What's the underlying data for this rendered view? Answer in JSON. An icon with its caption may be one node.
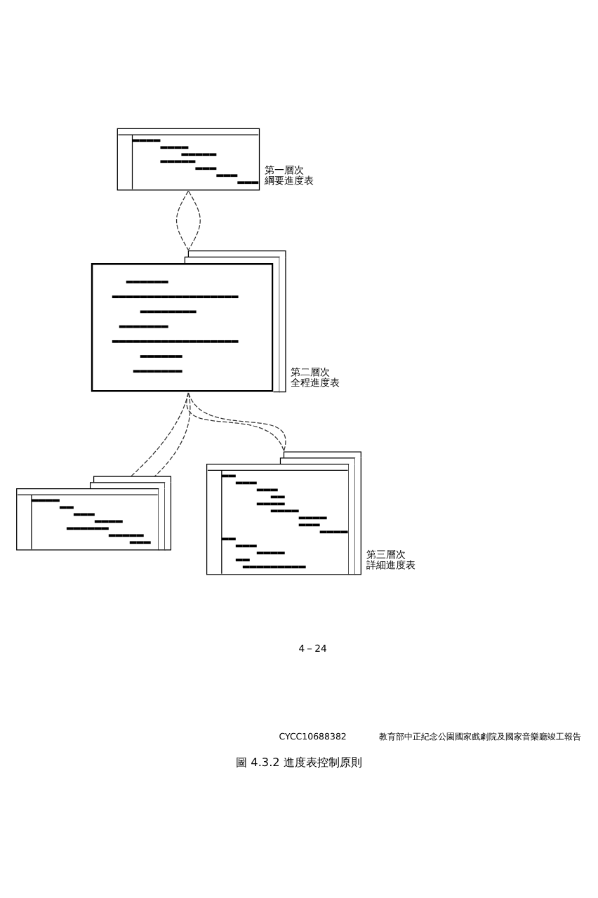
{
  "diagram": {
    "caption": "圖 4.3.2 進度表控制原則",
    "nodes": [
      {
        "text": [],
        "shape": "picture",
        "beside": [
          "第一層次",
          "綱要進度表"
        ]
      },
      {
        "text": [],
        "shape": "picture",
        "beside": [
          "第二層次",
          "全程進度表"
        ]
      },
      {
        "text": [],
        "shape": "picture"
      },
      {
        "text": [],
        "shape": "picture",
        "beside": [
          "第三層次",
          "詳細進度表"
        ]
      }
    ],
    "edges": [
      {
        "from": 0,
        "to": 1,
        "arrow": "none",
        "style": "dashed"
      },
      {
        "from": 0,
        "to": 1,
        "arrow": "none",
        "style": "dashed"
      },
      {
        "from": 1,
        "to": 2,
        "arrow": "none",
        "style": "dashed"
      },
      {
        "from": 1,
        "to": 2,
        "arrow": "none",
        "style": "dashed"
      },
      {
        "from": 1,
        "to": 3,
        "arrow": "none",
        "style": "dashed"
      },
      {
        "from": 1,
        "to": 3,
        "arrow": "none",
        "style": "dashed"
      }
    ],
    "labels": [
      "4－24",
      "CYCC10688382",
      "教育部中正紀念公園國家戲劇院及國家音樂廳竣工報告"
    ]
  }
}
